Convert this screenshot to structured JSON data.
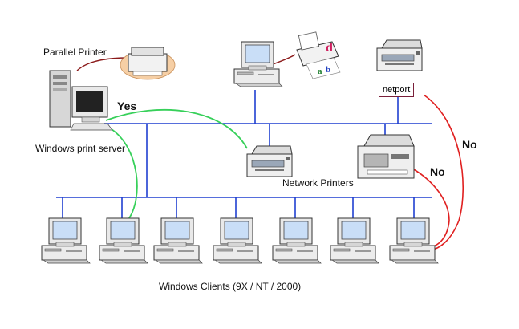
{
  "labels": {
    "parallel_printer": "Parallel Printer",
    "print_server": "Windows print server",
    "yes": "Yes",
    "network_printers": "Network Printers",
    "netport": "netport",
    "no_upper": "No",
    "no_lower": "No",
    "clients": "Windows Clients (9X / NT / 2000)"
  },
  "colors": {
    "network_line": "#1f3fd0",
    "yes_link": "#37d05a",
    "no_link": "#e02020",
    "parallel_cable": "#8b1a1a",
    "screen": "#c9def7",
    "case": "#ececec",
    "outline": "#333333"
  },
  "icons": {
    "server": "computer-tower-icon",
    "client": "desktop-computer-icon",
    "printer": "printer-icon"
  }
}
